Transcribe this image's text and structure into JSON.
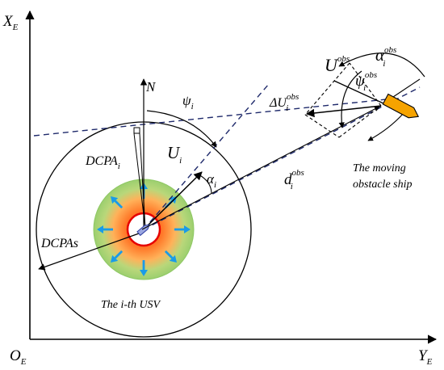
{
  "axes": {
    "x_axis_main": "X",
    "x_axis_sub": "E",
    "y_axis_main": "Y",
    "y_axis_sub": "E",
    "origin_main": "O",
    "origin_sub": "E"
  },
  "labels": {
    "north": "N",
    "psi_main": "ψ",
    "psi_sub": "i",
    "u_main": "U",
    "u_sub": "i",
    "alpha_main": "α",
    "alpha_sub": "i",
    "dcpa_main": "DCPA",
    "dcpa_sub": "i",
    "dcpas": "DCPAs",
    "d_main": "d",
    "d_sub": "i",
    "d_sup": "obs",
    "du_main": "ΔU",
    "du_sub": "i",
    "du_sup": "obs",
    "uobs_main": "U",
    "uobs_sup": "obs",
    "alpha_obs_main": "α",
    "alpha_obs_sub": "i",
    "alpha_obs_sup": "obs",
    "psi_obs_main": "ψ",
    "psi_obs_sub": "i",
    "psi_obs_sup": "obs"
  },
  "captions": {
    "usv": "The i-th USV",
    "obstacle_line1": "The moving",
    "obstacle_line2": "obstacle ship"
  },
  "colors": {
    "dashed_line": "#1f2a6b",
    "zone_outer": "#9ccf6f",
    "zone_inner": "#ff5a1f",
    "zone_core_ring": "#e60000",
    "arrow_blue": "#1a9be8",
    "usv_fill": "#9aa6e0",
    "obstacle_fill": "#f5a300"
  },
  "icons": {
    "usv": "usv-boat-icon",
    "obstacle": "obstacle-ship-icon",
    "repulsion": "repulsion-arrow-icon"
  }
}
